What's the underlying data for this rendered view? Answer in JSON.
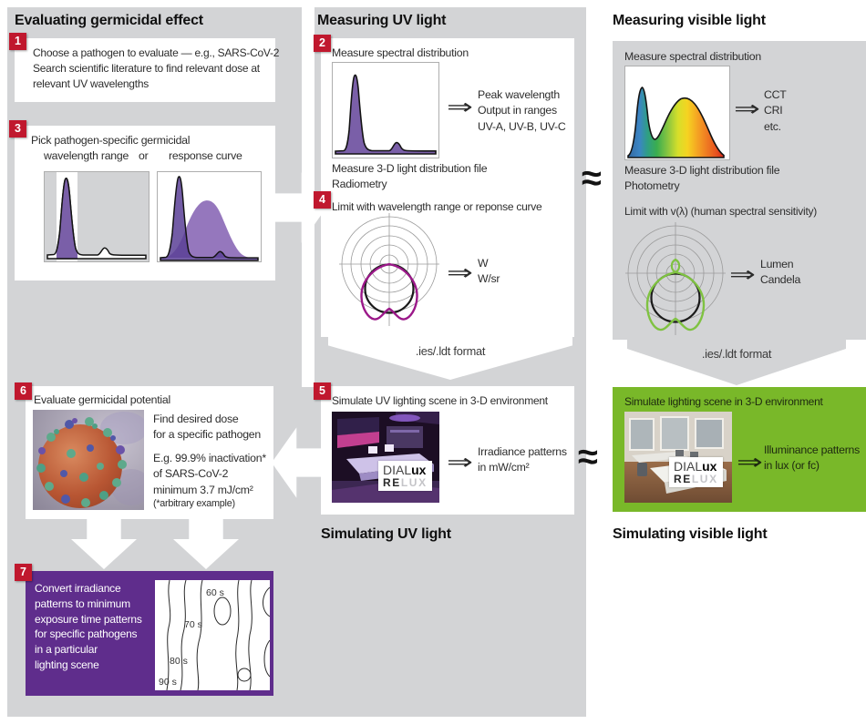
{
  "titles": {
    "left": "Evaluating germicidal effect",
    "middle": "Measuring UV light",
    "right": "Measuring visible light",
    "middle_bottom": "Simulating UV light",
    "right_bottom": "Simulating visible light"
  },
  "badges": [
    "1",
    "2",
    "3",
    "4",
    "5",
    "6",
    "7"
  ],
  "symbols": {
    "approx": "≈",
    "implies": "⇒",
    "ies_format": ".ies/.ldt format"
  },
  "step1": {
    "lines": [
      "Choose a pathogen to evaluate — e.g., SARS-CoV-2",
      "Search scientific literature to find relevant dose at",
      "relevant UV wavelengths"
    ]
  },
  "step2": {
    "title": "Measure spectral distribution",
    "outputs": [
      "Peak wavelength",
      "Output in ranges",
      "UV-A, UV-B, UV-C"
    ],
    "below": [
      "Measure 3-D light distribution file",
      "Radiometry"
    ]
  },
  "step3": {
    "title": "Pick pathogen-specific germicidal",
    "option_left": "wavelength range",
    "option_or": "or",
    "option_right": "response curve"
  },
  "step4": {
    "title": "Limit with wavelength range or reponse curve",
    "outputs": [
      "W",
      "W/sr"
    ]
  },
  "step5": {
    "title": "Simulate UV lighting scene in 3-D environment",
    "outputs": [
      "Irradiance patterns",
      "in mW/cm²"
    ]
  },
  "step6": {
    "title": "Evaluate germicidal potential",
    "lines1": [
      "Find desired dose",
      "for a specific pathogen"
    ],
    "lines2": [
      "E.g. 99.9% inactivation*",
      "of SARS-CoV-2",
      "minimum 3.7 mJ/cm²"
    ],
    "note": "(*arbitrary example)"
  },
  "step7": {
    "lines": [
      "Convert irradiance",
      "patterns to minimum",
      "exposure time patterns",
      "for specific pathogens",
      "in a particular",
      "lighting scene"
    ],
    "contour_labels": [
      "60 s",
      "70 s",
      "80 s",
      "90 s"
    ]
  },
  "visible": {
    "measure": {
      "title": "Measure spectral distribution",
      "outputs": [
        "CCT",
        "CRI",
        "etc."
      ],
      "below": [
        "Measure 3-D light distribution file",
        "Photometry"
      ]
    },
    "limit": {
      "title": "Limit with v(λ) (human spectral sensitivity)",
      "outputs": [
        "Lumen",
        "Candela"
      ]
    },
    "simulate": {
      "title": "Simulate lighting scene in 3-D environment",
      "outputs": [
        "Illuminance patterns",
        "in lux (or fc)"
      ]
    }
  },
  "logo": {
    "dial": "DIAL",
    "ux": "ux",
    "re": "RE",
    "lux": "LUX"
  },
  "colors": {
    "panel_gray": "#d3d4d6",
    "badge_red": "#c0182e",
    "purple_box": "#5f2d8c",
    "green_box": "#79b829",
    "uv_fill": "#7a5fa8",
    "magenta_curve": "#9b1889",
    "green_curve": "#7fc241"
  }
}
